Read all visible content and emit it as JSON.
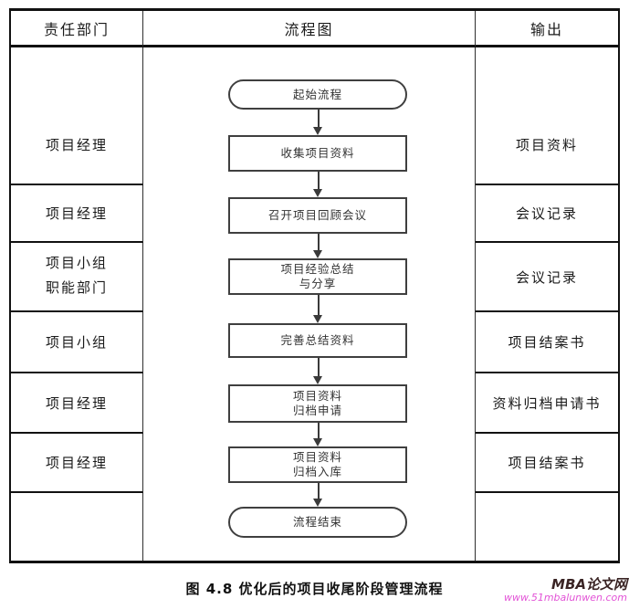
{
  "header": {
    "columns": [
      "责任部门",
      "流程图",
      "输出"
    ]
  },
  "table": {
    "rows": [
      {
        "department_lines": [
          "项目经理"
        ],
        "output": "项目资料"
      },
      {
        "department_lines": [
          "项目经理"
        ],
        "output": "会议记录"
      },
      {
        "department_lines": [
          "项目小组",
          "职能部门"
        ],
        "output": "会议记录"
      },
      {
        "department_lines": [
          "项目小组"
        ],
        "output": "项目结案书"
      },
      {
        "department_lines": [
          "项目经理"
        ],
        "output": "资料归档申请书"
      },
      {
        "department_lines": [
          "项目经理"
        ],
        "output": "项目结案书"
      },
      {
        "department_lines": [],
        "output": ""
      }
    ]
  },
  "flow": {
    "steps": [
      {
        "type": "terminator",
        "lines": [
          "起始流程"
        ]
      },
      {
        "type": "process",
        "lines": [
          "收集项目资料"
        ]
      },
      {
        "type": "process",
        "lines": [
          "召开项目回顾会议"
        ]
      },
      {
        "type": "process",
        "lines": [
          "项目经验总结",
          "与分享"
        ]
      },
      {
        "type": "process",
        "lines": [
          "完善总结资料"
        ]
      },
      {
        "type": "process",
        "lines": [
          "项目资料",
          "归档申请"
        ]
      },
      {
        "type": "process",
        "lines": [
          "项目资料",
          "归档入库"
        ]
      },
      {
        "type": "terminator",
        "lines": [
          "流程结束"
        ]
      }
    ]
  },
  "caption": "图 4.8  优化后的项目收尾阶段管理流程",
  "watermark": {
    "brand": "MBA论文网",
    "url": "www.51mbalunwen.com",
    "brand_color": "#3a2424",
    "url_color": "#e252d6"
  },
  "colors": {
    "table_border": "#111111",
    "shape_border": "#3f3f3f",
    "arrow": "#3a3a3a",
    "text": "#1a1a1a",
    "background": "#ffffff"
  }
}
